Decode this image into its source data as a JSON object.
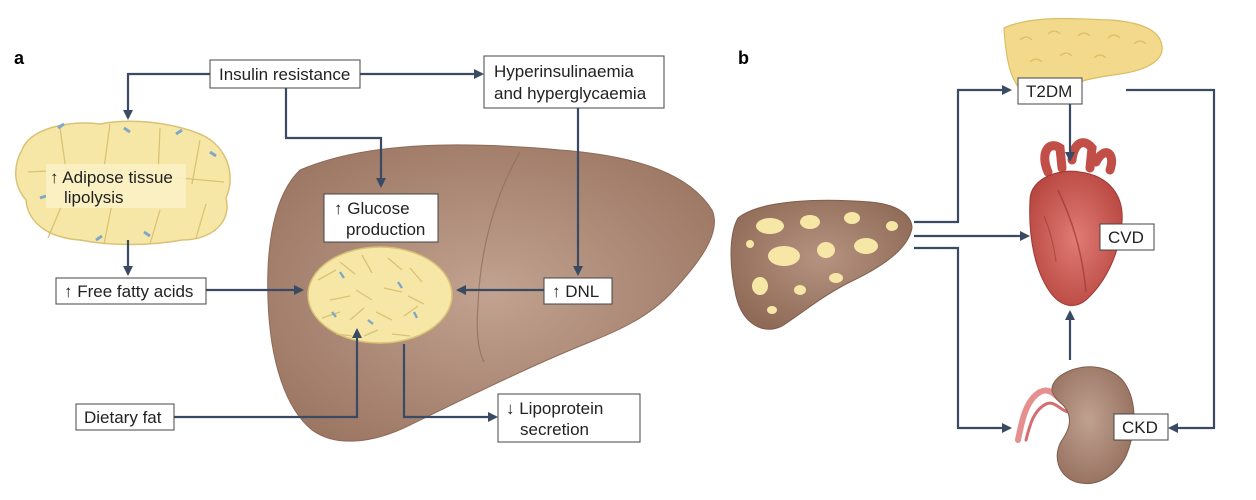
{
  "panels": {
    "a": "a",
    "b": "b"
  },
  "panel_a": {
    "insulin_resistance": "Insulin resistance",
    "hyper_line1": "Hyperinsulinaemia",
    "hyper_line2": "and hyperglycaemia",
    "adipose_line1": "↑ Adipose tissue",
    "adipose_line2": "lipolysis",
    "glucose_line1": "↑ Glucose",
    "glucose_line2": "production",
    "ffa": "↑ Free fatty acids",
    "dnl": "↑ DNL",
    "dietary_fat": "Dietary fat",
    "lipo_line1": "↓ Lipoprotein",
    "lipo_line2": "secretion"
  },
  "panel_b": {
    "t2dm": "T2DM",
    "cvd": "CVD",
    "ckd": "CKD"
  },
  "colors": {
    "arrow": "#3a4a63",
    "liver": "#a98470",
    "liver_dark": "#8e6a57",
    "fat": "#f7e7a6",
    "fat_stroke": "#d9c275",
    "adipose_accent": "#7fa7c7",
    "pancreas": "#f3d98b",
    "heart": "#c95a55",
    "kidney": "#a88775",
    "vessel": "#e58f8f"
  },
  "icons": [
    "adipose-tissue-icon",
    "liver-icon",
    "fat-droplet-cluster-icon",
    "pancreas-icon",
    "heart-icon",
    "kidney-icon"
  ]
}
